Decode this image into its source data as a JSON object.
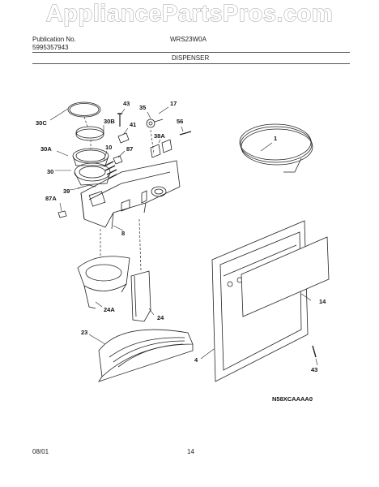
{
  "watermark": "AppliancePartsPros.com",
  "header": {
    "publication_label": "Publication No.",
    "publication_number": "5995357943",
    "model": "WRS23W0A",
    "section_title": "DISPENSER"
  },
  "callouts": {
    "c30C": "30C",
    "c30B": "30B",
    "c30A": "30A",
    "c30": "30",
    "c43a": "43",
    "c41": "41",
    "c35": "35",
    "c17": "17",
    "c56": "56",
    "c38A": "38A",
    "c10": "10",
    "c87": "87",
    "c1": "1",
    "c39": "39",
    "c87A": "87A",
    "c8": "8",
    "c24A": "24A",
    "c24": "24",
    "c23": "23",
    "c14": "14",
    "c4": "4",
    "c43b": "43"
  },
  "drawing_code": "N58XCAAAA0",
  "footer": {
    "date": "08/01",
    "page": "14"
  }
}
